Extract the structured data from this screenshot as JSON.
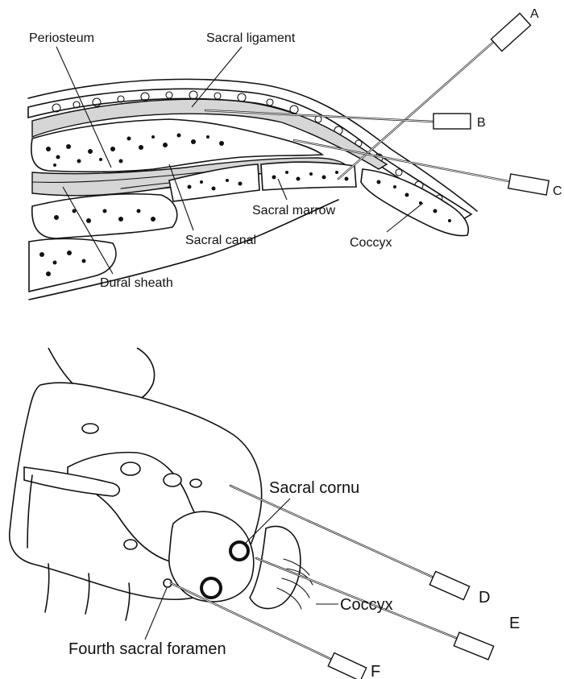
{
  "top_panel": {
    "labels": {
      "periosteum": "Periosteum",
      "sacral_ligament": "Sacral ligament",
      "sacral_marrow": "Sacral marrow",
      "sacral_canal": "Sacral canal",
      "coccyx": "Coccyx",
      "dural_sheath": "Dural sheath"
    },
    "needles": {
      "a": "A",
      "b": "B",
      "c": "C"
    }
  },
  "bottom_panel": {
    "labels": {
      "sacral_cornu": "Sacral cornu",
      "coccyx": "Coccyx",
      "fourth_sacral_foramen": "Fourth sacral foramen"
    },
    "needles": {
      "d": "D",
      "e": "E",
      "f": "F"
    }
  },
  "colors": {
    "ink": "#111111",
    "soft_tissue": "#d6d6d6",
    "background": "#ffffff"
  }
}
